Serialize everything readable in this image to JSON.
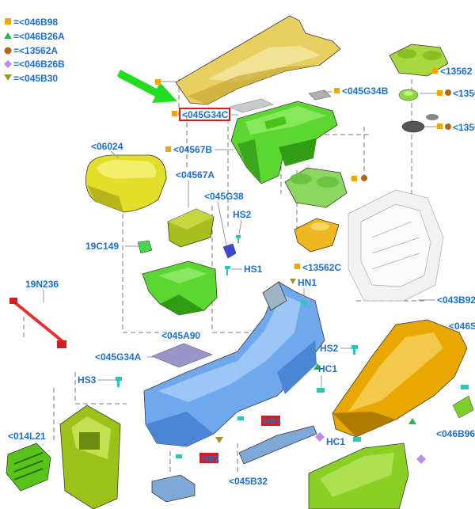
{
  "legend": [
    {
      "symbol": "square",
      "color": "#f0a800",
      "text": "=<046B98"
    },
    {
      "symbol": "triangle",
      "color": "#2db34a",
      "text": "=<046B26A"
    },
    {
      "symbol": "circle",
      "color": "#b0651a",
      "text": "=<13562A"
    },
    {
      "symbol": "diamond",
      "color": "#c08ae6",
      "text": "=<046B26B"
    },
    {
      "symbol": "triangle-down",
      "color": "#9a9a20",
      "text": "=<045B30"
    }
  ],
  "callouts": {
    "c045G34C": "<045G34C",
    "c045G34B": "<045G34B",
    "c04567B": "<04567B",
    "c06024": "<06024",
    "c04567A": "<04567A",
    "c045G38": "<045G38",
    "cHS2a": "HS2",
    "c19C149": "19C149",
    "cHS1": "HS1",
    "c19N236": "19N236",
    "c045A90": "<045A90",
    "c045G34A": "<045G34A",
    "cHS3": "HS3",
    "cHB1a": "HB1",
    "cHB1b": "HB1",
    "c014L21": "<014L21",
    "c045B32": "<045B32",
    "cHC1a": "HC1",
    "cHC1b": "HC1",
    "cHS2b": "HS2",
    "cHN1": "HN1",
    "c13562C": "<13562C",
    "c13562top": "<13562",
    "c1356mid": "<1356",
    "c1356low": "<1356",
    "c043B92": "<043B92",
    "c046S": "<046S",
    "c046B96": "<046B96"
  },
  "colors": {
    "label": "#1a6fd0",
    "highlight_box": "#e01818",
    "arrow": "#22dd22",
    "trim_yellow": "#e8d060",
    "console_green": "#5cd630",
    "console_blue": "#6fa8ec",
    "side_orange": "#e8a800",
    "olive": "#9cc21a"
  }
}
